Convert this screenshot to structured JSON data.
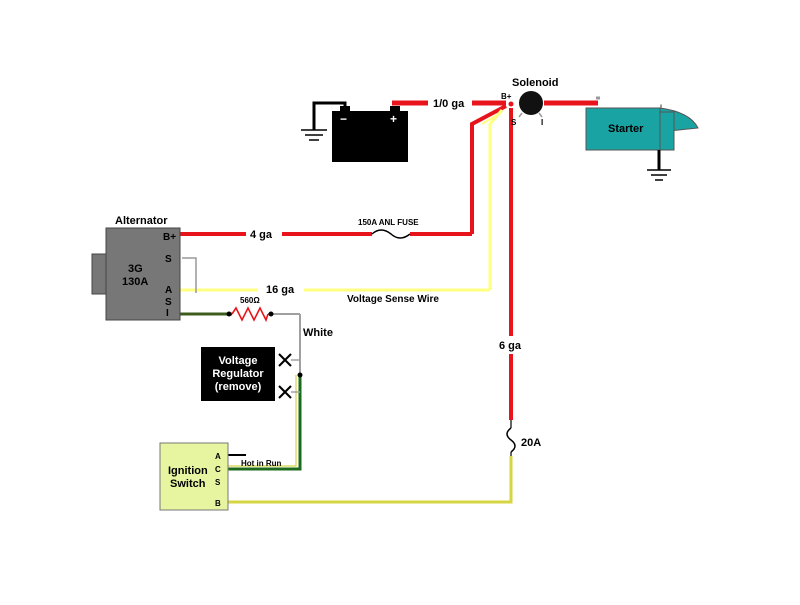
{
  "components": {
    "alternator": {
      "title": "Alternator",
      "model_line1": "3G",
      "model_line2": "130A",
      "terminal_bplus": "B+",
      "terminal_s": "S",
      "terminal_a": "A",
      "terminal_i": "I"
    },
    "battery": {
      "neg": "−",
      "pos": "+"
    },
    "solenoid": {
      "title": "Solenoid",
      "terminal_bplus": "B+",
      "terminal_s": "S",
      "terminal_i": "I"
    },
    "starter": {
      "label": "Starter"
    },
    "voltage_regulator": {
      "line1": "Voltage",
      "line2": "Regulator",
      "line3": "(remove)"
    },
    "ignition_switch": {
      "line1": "Ignition",
      "line2": "Switch",
      "terminal_a": "A",
      "terminal_c": "C",
      "terminal_s": "S",
      "terminal_b": "B"
    }
  },
  "labels": {
    "battery_cable": "1/0 ga",
    "alt_output": "4 ga",
    "fuse": "150A ANL FUSE",
    "sense_gauge": "16 ga",
    "sense_wire": "Voltage Sense Wire",
    "resistor": "560Ω",
    "white_wire": "White",
    "feed_gauge": "6 ga",
    "feed_fuse": "20A",
    "hot_in_run": "Hot in Run"
  },
  "colors": {
    "power": "#e8141b",
    "sense": "#ffff80",
    "ignition": "#d6d642",
    "switched": "#1c6b1c",
    "white_wire": "#a0a0a0",
    "starter": "#1aa3a3",
    "alternator": "#777777",
    "battery": "#000000",
    "switch_body": "#e8f5a0"
  }
}
